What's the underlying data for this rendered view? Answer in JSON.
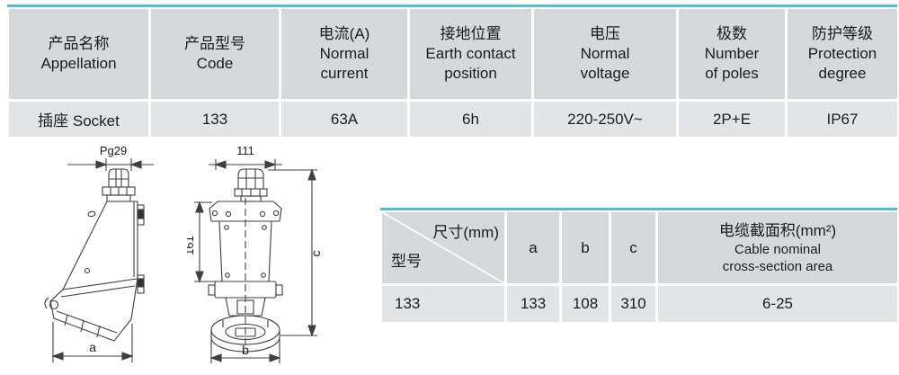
{
  "colors": {
    "accent_teal": "#4fbdd6",
    "header_bg": "#d5d9dc",
    "row_bg": "#e2e4e7"
  },
  "spec_table": {
    "columns": [
      {
        "zh": "产品名称",
        "en": [
          "Appellation"
        ]
      },
      {
        "zh": "产品型号",
        "en": [
          "Code"
        ]
      },
      {
        "zh": "电流(A)",
        "en": [
          "Normal",
          "current"
        ]
      },
      {
        "zh": "接地位置",
        "en": [
          "Earth contact",
          "position"
        ]
      },
      {
        "zh": "电压",
        "en": [
          "Normal",
          "voltage"
        ]
      },
      {
        "zh": "极数",
        "en": [
          "Number",
          "of poles"
        ]
      },
      {
        "zh": "防护等级",
        "en": [
          "Protection",
          "degree"
        ]
      }
    ],
    "row": [
      "插座 Socket",
      "133",
      "63A",
      "6h",
      "220-250V~",
      "2P+E",
      "IP67"
    ]
  },
  "dimension_table": {
    "corner": {
      "top": "尺寸(mm)",
      "bottom": "型号"
    },
    "columns": [
      "a",
      "b",
      "c"
    ],
    "cable_header": {
      "zh": "电缆截面积(mm²)",
      "en": [
        "Cable nominal",
        "cross-section area"
      ]
    },
    "row": {
      "model": "133",
      "a": "133",
      "b": "108",
      "c": "310",
      "cable": "6-25"
    }
  },
  "drawings": {
    "side_view": {
      "gland_thread": "Pg29",
      "width": "a"
    },
    "front_view": {
      "top_width": "111",
      "body_height": "161",
      "total_height": "c",
      "bottom_width": "b"
    }
  }
}
